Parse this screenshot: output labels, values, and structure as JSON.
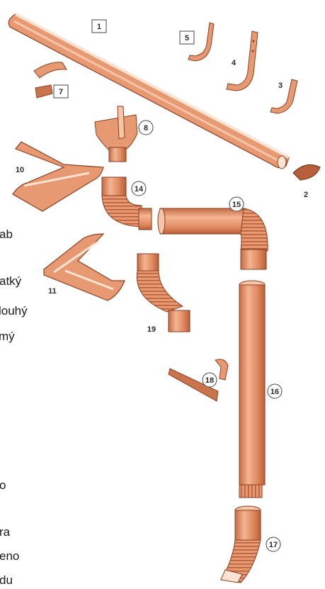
{
  "diagram": {
    "parts": [
      {
        "id": "part-1",
        "label": "1",
        "badge": "box"
      },
      {
        "id": "part-2",
        "label": "2",
        "badge": "none"
      },
      {
        "id": "part-3",
        "label": "3",
        "badge": "none"
      },
      {
        "id": "part-4",
        "label": "4",
        "badge": "none"
      },
      {
        "id": "part-5",
        "label": "5",
        "badge": "box"
      },
      {
        "id": "part-7",
        "label": "7",
        "badge": "box"
      },
      {
        "id": "part-8",
        "label": "8",
        "badge": "circle"
      },
      {
        "id": "part-10",
        "label": "10",
        "badge": "none"
      },
      {
        "id": "part-11",
        "label": "11",
        "badge": "none"
      },
      {
        "id": "part-14",
        "label": "14",
        "badge": "circle"
      },
      {
        "id": "part-15",
        "label": "15",
        "badge": "circle"
      },
      {
        "id": "part-16",
        "label": "16",
        "badge": "circle"
      },
      {
        "id": "part-17",
        "label": "17",
        "badge": "circle"
      },
      {
        "id": "part-18",
        "label": "18",
        "badge": "circle"
      },
      {
        "id": "part-19",
        "label": "19",
        "badge": "none"
      }
    ],
    "cut_text": [
      {
        "id": "cut-1",
        "text": "ab"
      },
      {
        "id": "cut-2",
        "text": "atký"
      },
      {
        "id": "cut-3",
        "text": "louhý"
      },
      {
        "id": "cut-4",
        "text": "mý"
      },
      {
        "id": "cut-5",
        "text": "o"
      },
      {
        "id": "cut-6",
        "text": "ra"
      },
      {
        "id": "cut-7",
        "text": "eno"
      },
      {
        "id": "cut-8",
        "text": "du"
      }
    ]
  },
  "colors": {
    "copper": "#e79a72",
    "copper_light": "#f6c4a6",
    "copper_dark": "#b65f3a",
    "outline": "#8a3f22",
    "inner": "#fbe3d3"
  }
}
